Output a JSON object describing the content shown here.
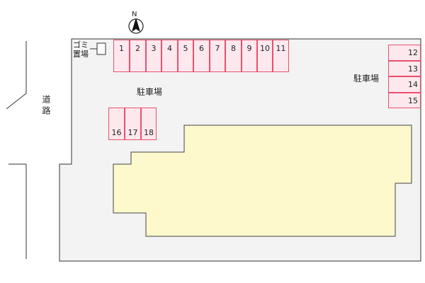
{
  "compass": {
    "label": "N"
  },
  "road": {
    "label": "道路"
  },
  "garbage": {
    "label_line1": "ゴミ",
    "label_line2": "置場"
  },
  "parking_labels": {
    "left": "駐車場",
    "right": "駐車場"
  },
  "parking_top": [
    "1",
    "2",
    "3",
    "4",
    "5",
    "6",
    "7",
    "8",
    "9",
    "10",
    "11"
  ],
  "parking_right": [
    "12",
    "13",
    "14",
    "15"
  ],
  "parking_lower": [
    "16",
    "17",
    "18"
  ],
  "colors": {
    "lot": "#f3f3f3",
    "building": "#fdf9cd",
    "bay_fill": "#fde8ee",
    "bay_border": "#e8506c"
  }
}
